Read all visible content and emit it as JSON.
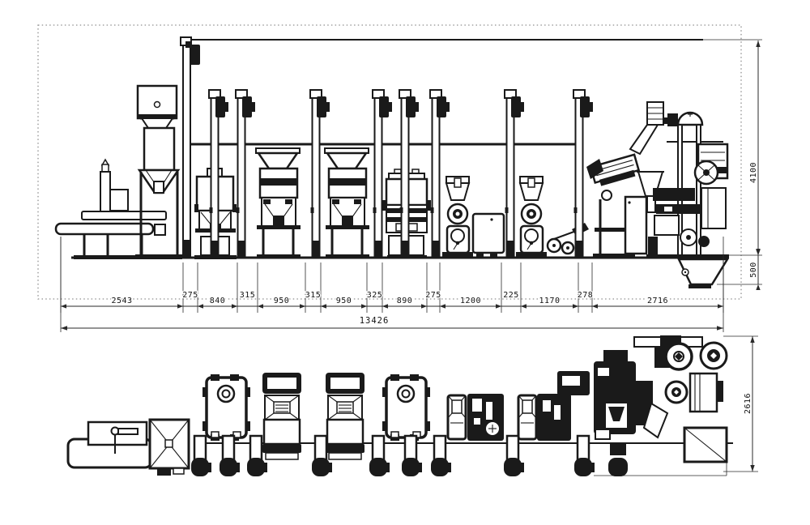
{
  "drawing": {
    "description": "rice mill plant layout engineering drawing, elevation view above and plan view below",
    "units": "mm"
  },
  "dimensions": {
    "chain": [
      "2543",
      "275",
      "840",
      "315",
      "950",
      "315",
      "950",
      "325",
      "890",
      "275",
      "1200",
      "225",
      "1170",
      "278",
      "2716"
    ],
    "total": "13426",
    "overall_height": "4100",
    "outlet_height": "500",
    "plan_depth": "2616"
  },
  "colors": {
    "line": "#1a1a1a",
    "dotted_border": "#8f8f8f",
    "background": "#ffffff"
  }
}
